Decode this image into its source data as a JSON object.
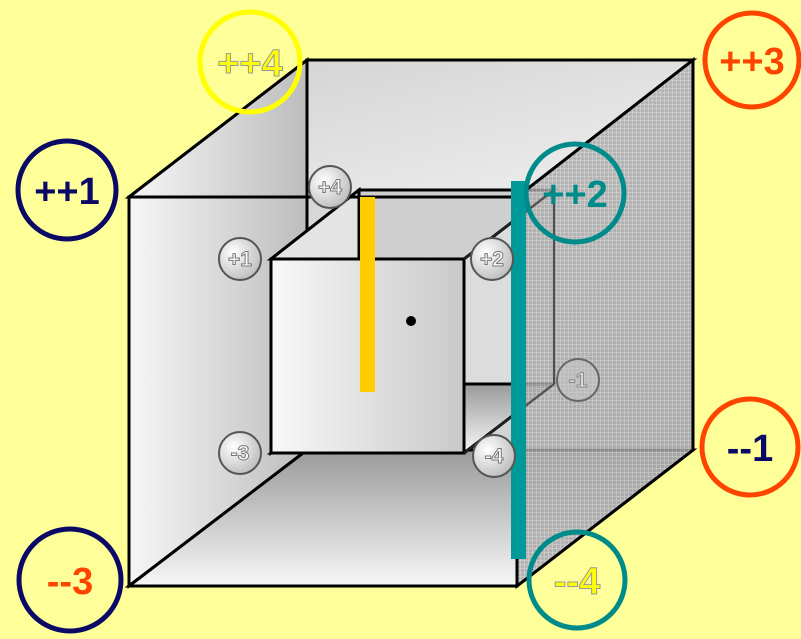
{
  "labels": {
    "outer_front_top_left": "++1",
    "outer_back_top_right": "++3",
    "outer_back_top_left": "++4",
    "outer_front_top_right": "++2",
    "outer_back_bottom_right": "--1",
    "outer_front_bottom_left": "--3",
    "outer_front_bottom_right": "--4",
    "inner_front_top_left": "+1",
    "inner_front_top_right": "+2",
    "inner_front_bottom_left": "-3",
    "inner_front_bottom_right": "-4",
    "inner_back_top_left": "+4",
    "inner_back_right": "-1"
  },
  "colors": {
    "background": "#FFFF99",
    "navy": "#0A0A66",
    "orange_red": "#FF4400",
    "yellow": "#FFFF00",
    "teal": "#008B8B",
    "gold_bar": "#FFCC00",
    "teal_bar": "#009999"
  }
}
